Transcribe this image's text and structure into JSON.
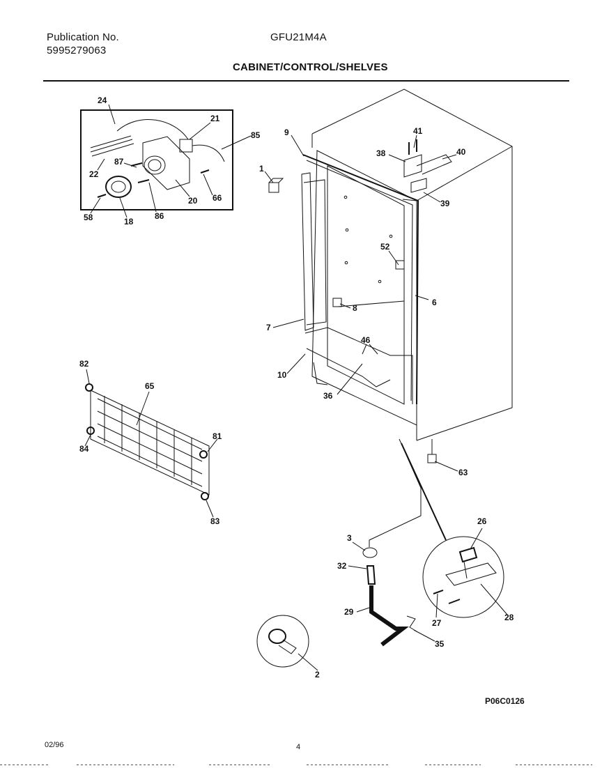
{
  "header": {
    "publication_label": "Publication No.",
    "publication_number": "5995279063",
    "model": "GFU21M4A",
    "section_title": "CABINET/CONTROL/SHELVES"
  },
  "diagram": {
    "part_labels": [
      "24",
      "21",
      "85",
      "22",
      "87",
      "20",
      "66",
      "58",
      "18",
      "86",
      "9",
      "1",
      "41",
      "38",
      "40",
      "39",
      "52",
      "6",
      "8",
      "7",
      "46",
      "10",
      "36",
      "82",
      "65",
      "81",
      "84",
      "83",
      "63",
      "26",
      "3",
      "32",
      "29",
      "28",
      "27",
      "35",
      "2"
    ]
  },
  "footer": {
    "date": "02/96",
    "page_number": "4",
    "drawing_code": "P06C0126"
  }
}
